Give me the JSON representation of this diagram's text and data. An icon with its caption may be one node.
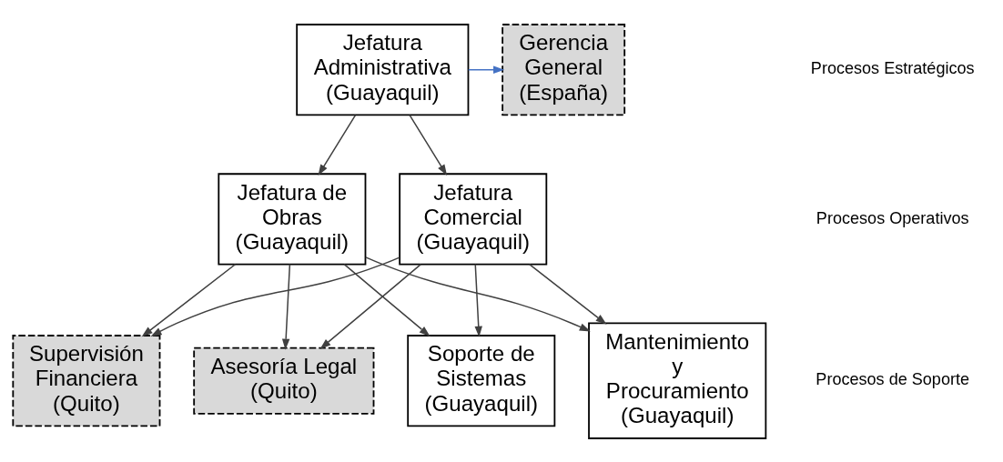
{
  "diagram": {
    "nodes": [
      {
        "text": [
          "Jefatura Administrativa (Guayaquil)"
        ]
      },
      {
        "text": [
          "Gerencia General (España)"
        ]
      },
      {
        "text": [
          "Jefatura de Obras (Guayaquil)"
        ]
      },
      {
        "text": [
          "Jefatura Comercial (Guayaquil)"
        ]
      },
      {
        "text": [
          "Soporte de Sistemas (Guayaquil)"
        ]
      },
      {
        "text": [
          "Mantenimiento y Procuramiento (Guayaquil)"
        ]
      },
      {
        "text": [
          "Supervisión Financiera (Quito)"
        ]
      },
      {
        "text": [
          "Asesoría Legal (Quito)"
        ]
      }
    ],
    "edges": [
      {
        "from": 0,
        "to": 1,
        "arrow": "to",
        "color": "#4472c4"
      },
      {
        "from": 0,
        "to": 2,
        "arrow": "to"
      },
      {
        "from": 0,
        "to": 3,
        "arrow": "to"
      },
      {
        "from": 2,
        "to": 4,
        "arrow": "to"
      },
      {
        "from": 2,
        "to": 5,
        "arrow": "to"
      },
      {
        "from": 2,
        "to": 6,
        "arrow": "to"
      },
      {
        "from": 2,
        "to": 7,
        "arrow": "to"
      },
      {
        "from": 3,
        "to": 4,
        "arrow": "to"
      },
      {
        "from": 3,
        "to": 5,
        "arrow": "to"
      },
      {
        "from": 3,
        "to": 6,
        "arrow": "to"
      },
      {
        "from": 3,
        "to": 7,
        "arrow": "to"
      }
    ],
    "labels": [
      "Procesos Estratégicos",
      "Procesos Operativos",
      "Procesos de Soporte"
    ]
  }
}
